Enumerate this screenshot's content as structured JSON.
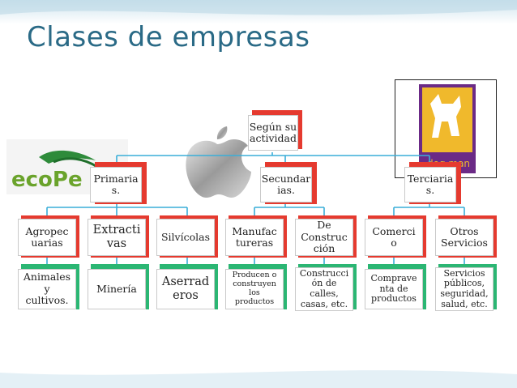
{
  "title": "Clases de empresas",
  "root": "Según su actividad",
  "sectors": [
    {
      "label": "Primarias.",
      "lines": [
        "Primaria",
        "s."
      ]
    },
    {
      "label": "Secundarias.",
      "lines": [
        "Secundar",
        "ias."
      ]
    },
    {
      "label": "Terciarias.",
      "lines": [
        "Terciaria",
        "s."
      ]
    }
  ],
  "types": [
    {
      "lines": [
        "Agropec",
        "uarias"
      ]
    },
    {
      "lines": [
        "Extracti",
        "vas"
      ]
    },
    {
      "lines": [
        "Silvícolas"
      ]
    },
    {
      "lines": [
        "Manufac",
        "tureras"
      ]
    },
    {
      "lines": [
        "De",
        "Construc",
        "ción"
      ]
    },
    {
      "lines": [
        "Comerci",
        "o"
      ]
    },
    {
      "lines": [
        "Otros",
        "Servicios"
      ]
    }
  ],
  "examples": [
    {
      "lines": [
        "Animales",
        "y",
        "cultivos."
      ]
    },
    {
      "lines": [
        "Minería"
      ]
    },
    {
      "lines": [
        "Aserrad",
        "eros"
      ]
    },
    {
      "lines": [
        "Producen o",
        "construyen",
        "los",
        "productos"
      ]
    },
    {
      "lines": [
        "Construcci",
        "ón de",
        "calles,",
        "casas, etc."
      ]
    },
    {
      "lines": [
        "Comprave",
        "nta de",
        "productos"
      ]
    },
    {
      "lines": [
        "Servicios",
        "públicos,",
        "seguridad,",
        "salud, etc."
      ]
    }
  ],
  "logos": {
    "eco_text": "ecoPe",
    "dog_text": "dog man"
  },
  "colors": {
    "title": "#2a6a86",
    "red": "#e53a2f",
    "green": "#2bb673",
    "line": "#3aaed8"
  }
}
